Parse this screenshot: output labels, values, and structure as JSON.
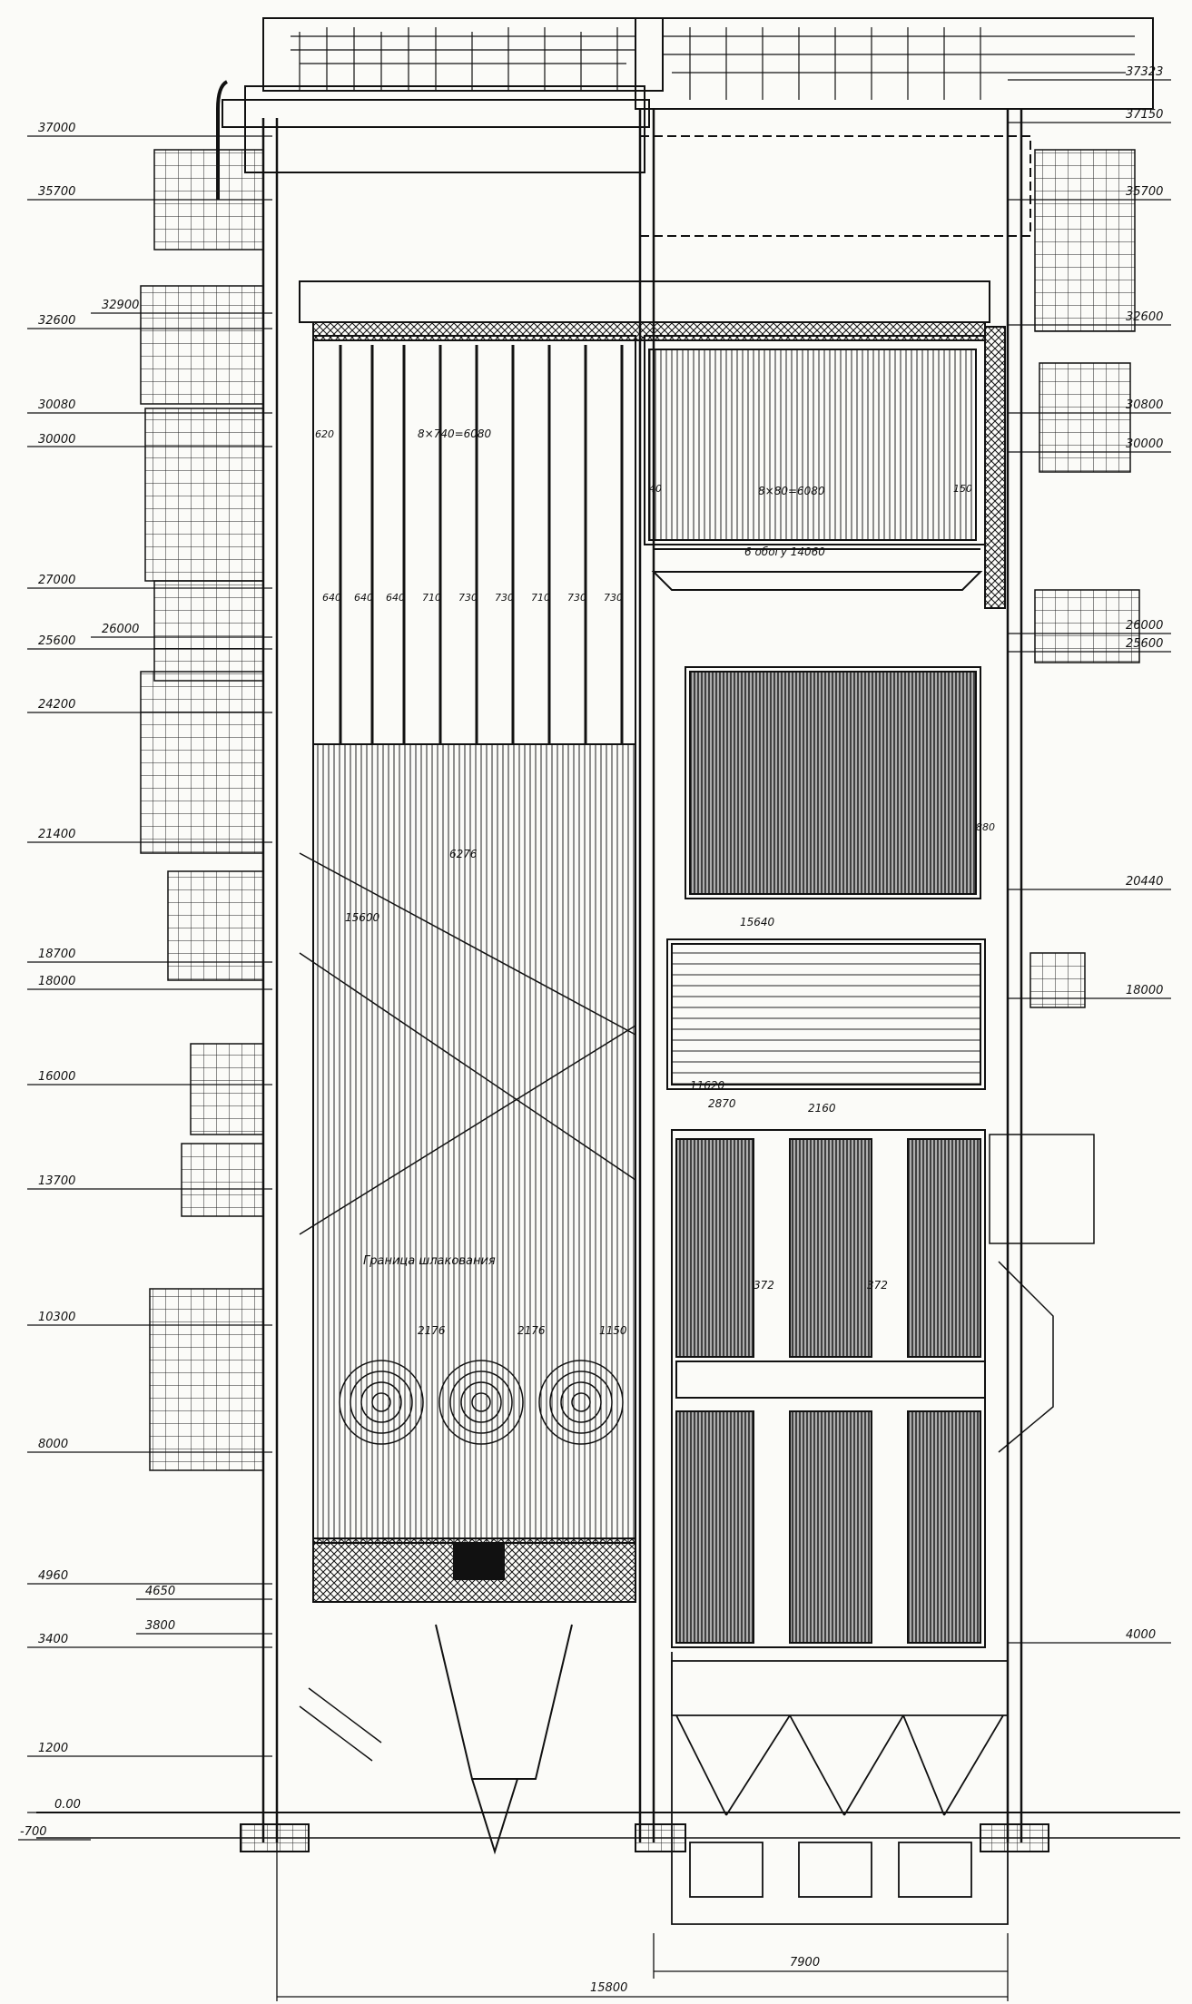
{
  "colors": {
    "ink": "#111111",
    "paper": "#fbfbf8",
    "hatch": "#2a2a2a"
  },
  "left_elevations": [
    "37000",
    "35700",
    "32900",
    "32600",
    "30080",
    "30000",
    "27000",
    "26000",
    "25600",
    "24200",
    "21400",
    "18700",
    "18000",
    "16000",
    "13700",
    "10300",
    "8000",
    "4960",
    "4650",
    "3800",
    "3400",
    "1200",
    "0.00",
    "-700"
  ],
  "right_elevations": [
    "37323",
    "37150",
    "35700",
    "32600",
    "30800",
    "30000",
    "26000",
    "25600",
    "20440",
    "18000",
    "4000"
  ],
  "interior_labels": {
    "top_screen": "8×740=6080",
    "top_right_screen": "8×80=6080",
    "drum_to_duct": "6 обогу 14060",
    "dim_6276": "6276",
    "elev_15600": "15600",
    "elev_15640": "15640",
    "elev_11620": "11620",
    "dim_2870": "2870",
    "dim_2160": "2160",
    "boundary": "Граница шлакования",
    "dim_2176_a": "2176",
    "dim_2176_b": "2176",
    "dim_1150": "1150",
    "dim_372_a": "372",
    "dim_372_b": "372",
    "dim_620": "620",
    "dim_40": "40",
    "dim_150": "150",
    "dim_880": "880",
    "col_spacing": [
      "640",
      "640",
      "640",
      "710",
      "730",
      "730",
      "710",
      "730",
      "730"
    ]
  },
  "bottom_dims": {
    "right_width": "7900",
    "total_width": "15800"
  }
}
